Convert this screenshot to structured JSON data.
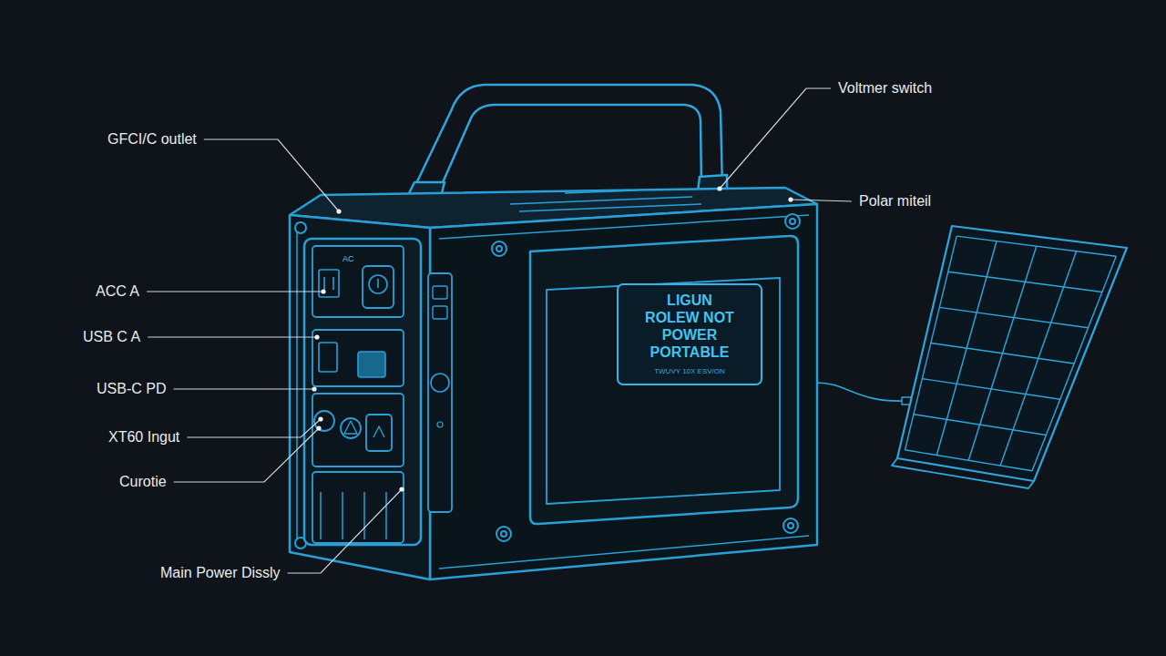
{
  "diagram": {
    "nodes": [
      {
        "text": [
          "LIGUN ROLEW NOT POWER PORTABLE",
          "TWUVY 10X ESV/ON"
        ]
      }
    ],
    "labels": [
      "GFCI/C outlet",
      "Voltmer switch",
      "Polar miteil",
      "ACC A",
      "USB C A",
      "USB-C PD",
      "XT60 Ingut",
      "Curotie",
      "Main Power Dissly",
      "AC"
    ]
  }
}
